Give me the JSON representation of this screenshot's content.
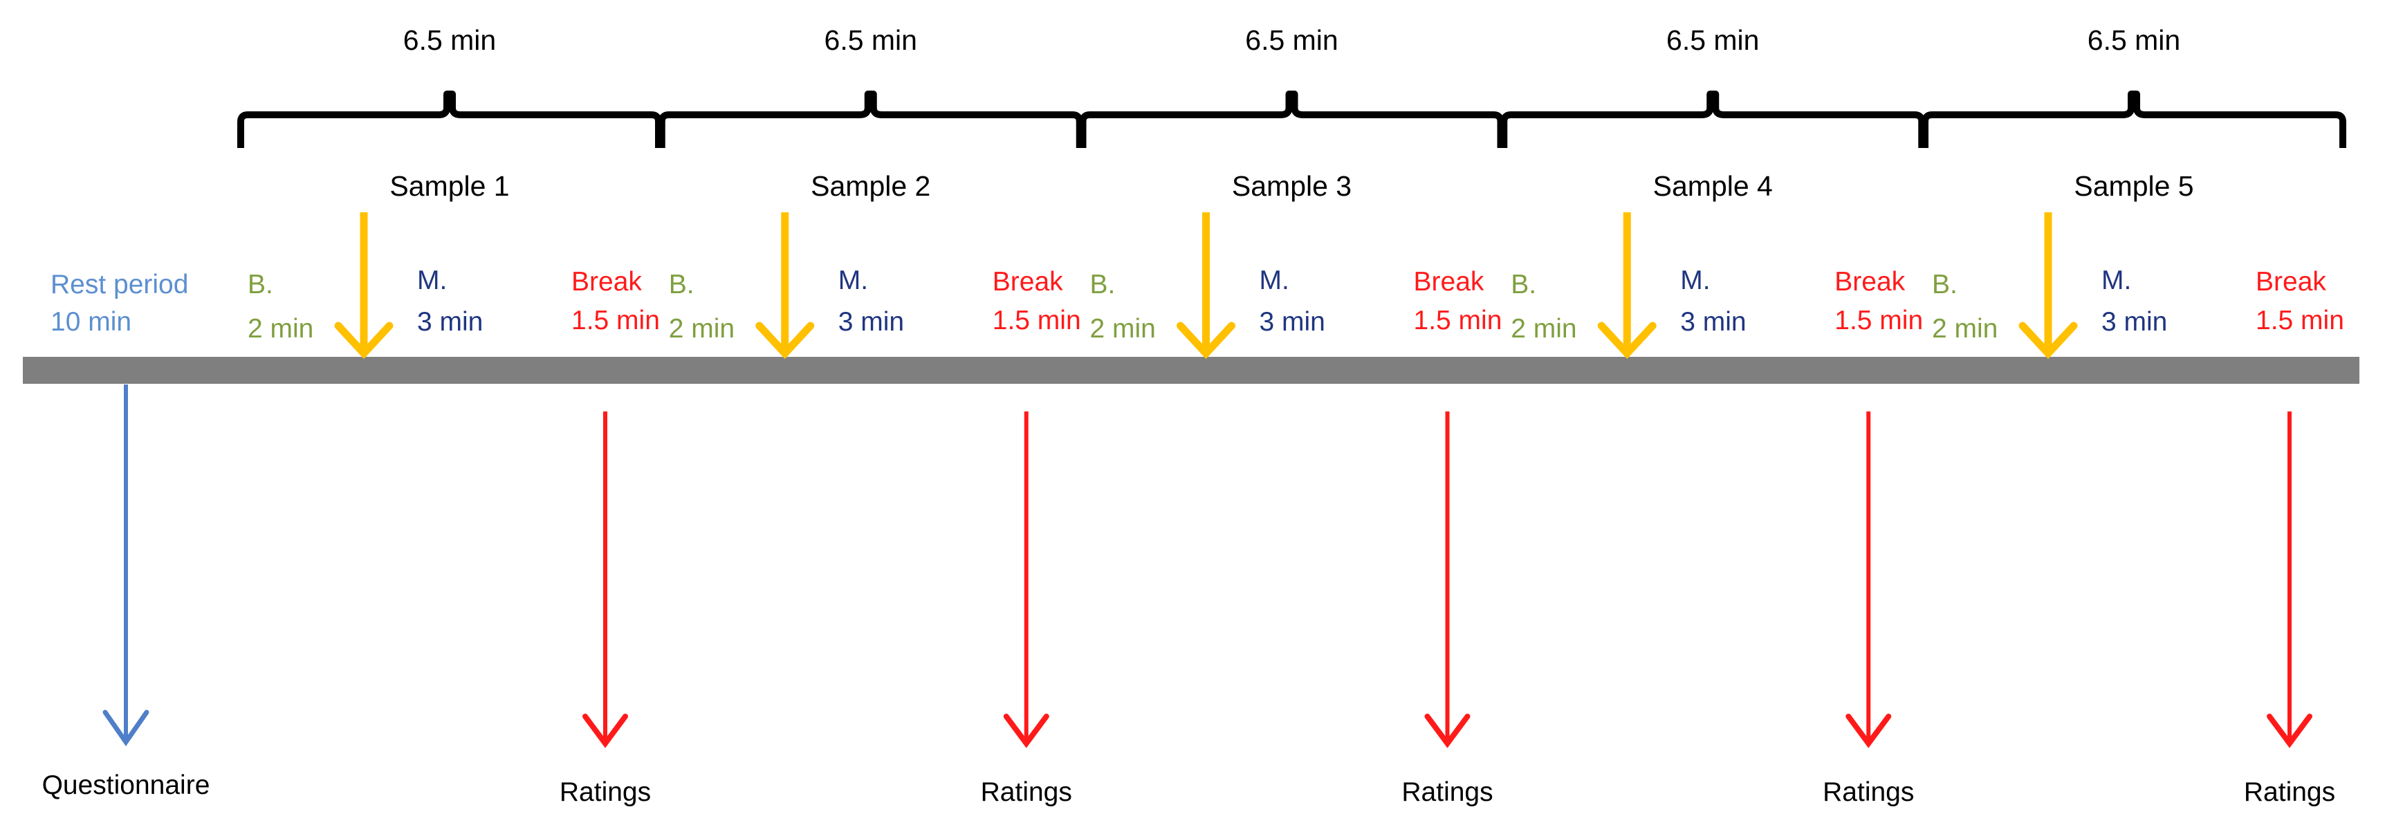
{
  "rest": {
    "line1": "Rest period",
    "line2": "10 min"
  },
  "questionnaire_label": "Questionnaire",
  "ratings_label": "Ratings",
  "segments": [
    {
      "duration": "6.5 min",
      "sample": "Sample 1",
      "b_line1": "B.",
      "b_line2": "2 min",
      "m_line1": "M.",
      "m_line2": "3 min",
      "break_line1": "Break",
      "break_line2": "1.5 min"
    },
    {
      "duration": "6.5 min",
      "sample": "Sample 2",
      "b_line1": "B.",
      "b_line2": "2 min",
      "m_line1": "M.",
      "m_line2": "3 min",
      "break_line1": "Break",
      "break_line2": "1.5 min"
    },
    {
      "duration": "6.5 min",
      "sample": "Sample 3",
      "b_line1": "B.",
      "b_line2": "2 min",
      "m_line1": "M.",
      "m_line2": "3 min",
      "break_line1": "Break",
      "break_line2": "1.5 min"
    },
    {
      "duration": "6.5 min",
      "sample": "Sample 4",
      "b_line1": "B.",
      "b_line2": "2 min",
      "m_line1": "M.",
      "m_line2": "3 min",
      "break_line1": "Break",
      "break_line2": "1.5 min"
    },
    {
      "duration": "6.5 min",
      "sample": "Sample 5",
      "b_line1": "B.",
      "b_line2": "2 min",
      "m_line1": "M.",
      "m_line2": "3 min",
      "break_line1": "Break",
      "break_line2": "1.5 min"
    }
  ],
  "colors": {
    "rest": "#5b8fd0",
    "baseline": "#7f9f3f",
    "measure": "#1f3580",
    "break": "#ff1a1a",
    "sample_arrow": "#ffc000",
    "questionnaire_arrow": "#4f7fc8",
    "ratings_arrow": "#ff1a1a",
    "timeline": "#7f7f7f",
    "bracket": "#000000",
    "text": "#000000"
  }
}
